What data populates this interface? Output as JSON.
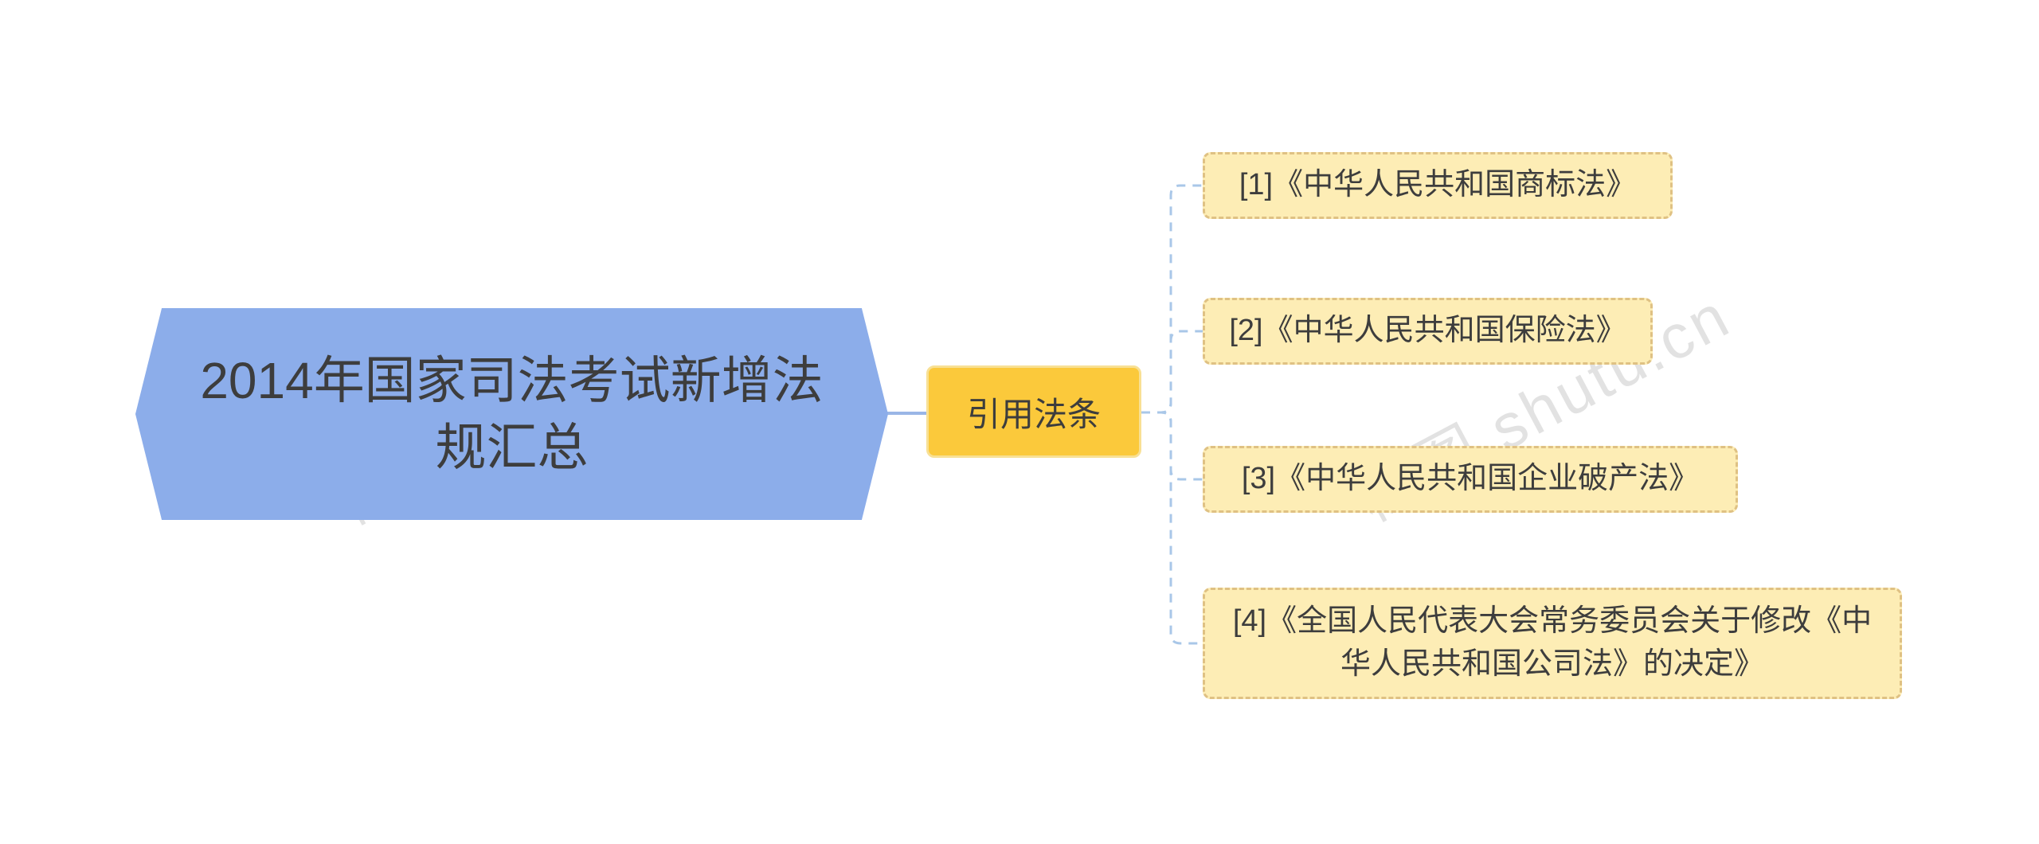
{
  "colors": {
    "page-bg": "#ffffff",
    "root-fill": "#8cadea",
    "branch-fill": "#fbc93b",
    "branch-border": "#f8e094",
    "child-fill": "#fdedb5",
    "child-border": "#dfc183",
    "connector": "#a9c7e8",
    "root-connector": "#9ab6e6",
    "watermark-color": "#cccccc",
    "text": "#3d3d3d"
  },
  "watermark": {
    "text": "树图.shutu.cn"
  },
  "mindmap": {
    "root": {
      "label": "2014年国家司法考试新增法规汇总"
    },
    "branch": {
      "label": "引用法条"
    },
    "children": [
      {
        "label": "[1]《中华人民共和国商标法》"
      },
      {
        "label": "[2]《中华人民共和国保险法》"
      },
      {
        "label": "[3]《中华人民共和国企业破产法》"
      },
      {
        "label": "[4]《全国人民代表大会常务委员会关于修改《中华人民共和国公司法》的决定》"
      }
    ]
  }
}
